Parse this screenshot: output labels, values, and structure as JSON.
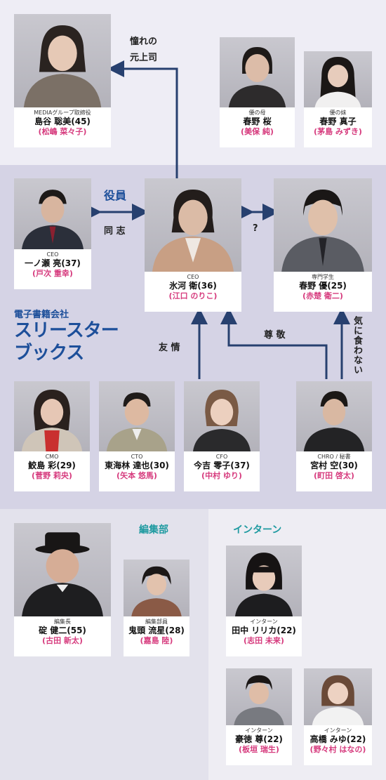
{
  "colors": {
    "accent_navy": "#27406f",
    "accent_pink": "#d63a7d",
    "accent_teal": "#1e9aa0",
    "company_blue": "#1d4f9a"
  },
  "company": {
    "subtitle": "電子書籍会社",
    "title_line1": "スリースター",
    "title_line2": "ブックス"
  },
  "sections": {
    "editorial": "編集部",
    "intern": "インターン"
  },
  "relations": {
    "admired_boss_1": "憧れの",
    "admired_boss_2": "元上司",
    "executives": "役員",
    "comrade": "同 志",
    "question": "?",
    "friendship": "友 情",
    "respect": "尊 敬",
    "dislike": "気に食わない"
  },
  "people": {
    "shimaya": {
      "role": "MEDIAグループ取締役",
      "name": "島谷 聡美(45)",
      "actor": "(松嶋 菜々子)"
    },
    "mother": {
      "role": "優の母",
      "name": "春野 桜",
      "actor": "(美保 純)"
    },
    "sister": {
      "role": "優の妹",
      "name": "春野 真子",
      "actor": "(茅島 みずき)"
    },
    "ichinose": {
      "role": "CEO",
      "name": "一ノ瀬 亮(37)",
      "actor": "(戸次 重幸)"
    },
    "hikawa": {
      "role": "CEO",
      "name": "氷河 衛(36)",
      "actor": "(江口 のりこ)"
    },
    "haruno": {
      "role": "専門学生",
      "name": "春野 優(25)",
      "actor": "(赤楚 衛二)"
    },
    "samejima": {
      "role": "CMO",
      "name": "鮫島 彩(29)",
      "actor": "(菅野 莉央)"
    },
    "tokairin": {
      "role": "CTO",
      "name": "東海林 達也(30)",
      "actor": "(矢本 悠馬)"
    },
    "imayoshi": {
      "role": "CFO",
      "name": "今吉 零子(37)",
      "actor": "(中村 ゆり)"
    },
    "miyamura": {
      "role": "CHRO / 秘書",
      "name": "宮村 空(30)",
      "actor": "(町田 啓太)"
    },
    "kokushi": {
      "role": "編集長",
      "name": "碇 健二(55)",
      "actor": "(古田 新太)"
    },
    "kito": {
      "role": "編集部員",
      "name": "鬼頭 流星(28)",
      "actor": "(嘉島 陸)"
    },
    "tanaka": {
      "role": "インターン",
      "name": "田中 リリカ(22)",
      "actor": "(志田 未来)"
    },
    "goutoku": {
      "role": "インターン",
      "name": "豪徳 尊(22)",
      "actor": "(板垣 瑞生)"
    },
    "takahashi": {
      "role": "インターン",
      "name": "高橋 みゆ(22)",
      "actor": "(野々村 はなの)"
    }
  }
}
